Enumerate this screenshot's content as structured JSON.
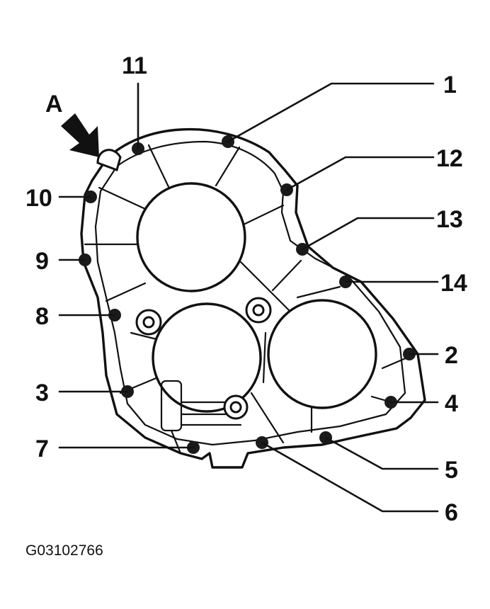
{
  "figure_id": "G03102766",
  "view_arrow_label": "A",
  "labels": {
    "n1": "1",
    "n2": "2",
    "n3": "3",
    "n4": "4",
    "n5": "5",
    "n6": "6",
    "n7": "7",
    "n8": "8",
    "n9": "9",
    "n10": "10",
    "n11": "11",
    "n12": "12",
    "n13": "13",
    "n14": "14"
  }
}
